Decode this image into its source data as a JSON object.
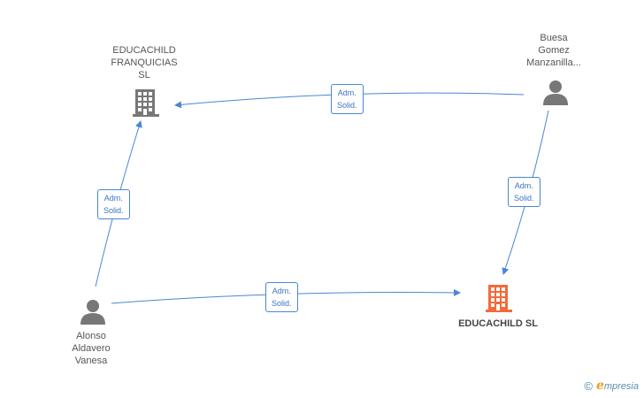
{
  "nodes": {
    "franquicias": {
      "label": "EDUCACHILD\nFRANQUICIAS\nSL",
      "type": "company"
    },
    "buesa": {
      "label": "Buesa\nGomez\nManzanilla...",
      "type": "person"
    },
    "alonso": {
      "label": "Alonso\nAldavero\nVanesa",
      "type": "person"
    },
    "educachild": {
      "label": "EDUCACHILD SL",
      "type": "company",
      "highlight": true
    }
  },
  "edges": [
    {
      "from": "buesa",
      "to": "franquicias",
      "label": "Adm.\nSolid."
    },
    {
      "from": "alonso",
      "to": "franquicias",
      "label": "Adm.\nSolid."
    },
    {
      "from": "buesa",
      "to": "educachild",
      "label": "Adm.\nSolid."
    },
    {
      "from": "alonso",
      "to": "educachild",
      "label": "Adm.\nSolid."
    }
  ],
  "colors": {
    "edge": "#4a86d4",
    "company": "#777777",
    "company_main": "#f26b3a",
    "person": "#777777"
  },
  "brand": {
    "copyright": "©",
    "name_initial": "e",
    "name_rest": "mpresia"
  }
}
